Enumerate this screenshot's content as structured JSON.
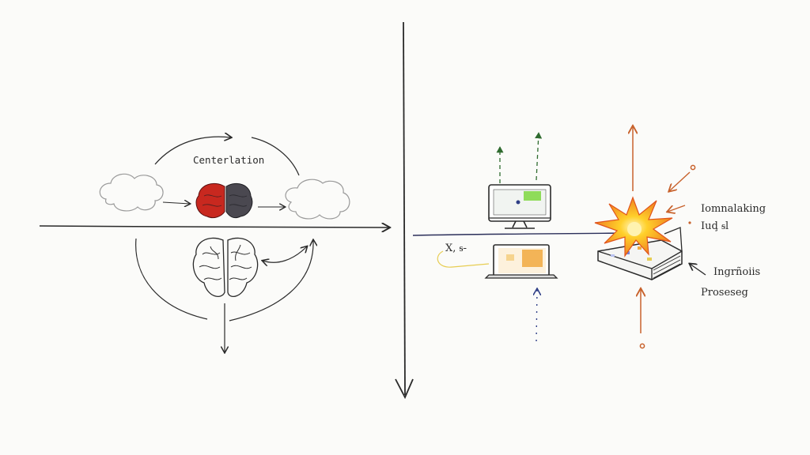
{
  "labels": {
    "centerlation": "Centerlation",
    "x_label": "X, ᵴ-",
    "impact_line1": "Iomnalaking",
    "impact_line2": "Iuḑ ᵴl",
    "processing_line1": "Ingrñoiis",
    "processing_line2": "Proseseg"
  },
  "colors": {
    "ink": "#2a2a2a",
    "brain_red": "#c8281f",
    "brain_gray": "#4a4850",
    "accent_orange": "#c8622c",
    "arrow_green": "#2f6b2f",
    "arrow_blue": "#2e3e86",
    "screen_green": "#8fdc5a",
    "screen_orange": "#f1a940",
    "cable_yellow": "#e7cd52",
    "burst_yellow": "#ffd02a",
    "burst_orange": "#f08320"
  },
  "icons": [
    "cloud-icon",
    "brain-icon",
    "monitor-icon",
    "laptop-icon",
    "server-icon",
    "explosion-icon"
  ]
}
